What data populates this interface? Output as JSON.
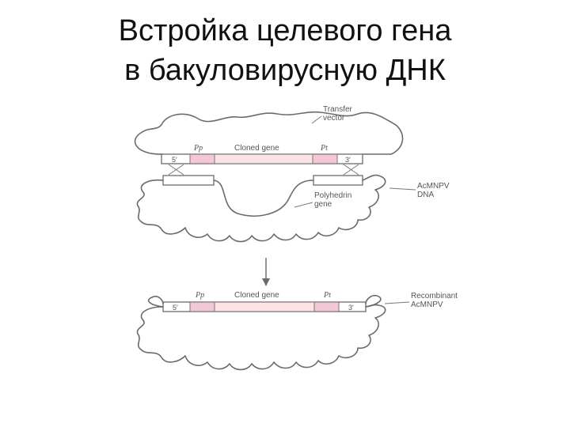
{
  "title": {
    "line1": "Встройка целевого гена",
    "line2": "в бакуловирусную ДНК"
  },
  "colors": {
    "promoter": "#f4c7d6",
    "cloned_gene": "#fbe3e6",
    "line": "#6b6b6b",
    "label": "#555555"
  },
  "diagram": {
    "transfer_vector_label_1": "Transfer",
    "transfer_vector_label_2": "vector",
    "pp_label": "Pp",
    "cloned_gene_label": "Cloned gene",
    "pt_label": "Pt",
    "five_prime": "5′",
    "three_prime": "3′",
    "acmnpv_label_1": "AcMNPV",
    "acmnpv_label_2": "DNA",
    "polyhedrin_label_1": "Polyhedrin",
    "polyhedrin_label_2": "gene",
    "recombinant_label_1": "Recombinant",
    "recombinant_label_2": "AcMNPV",
    "rec_pp_label": "Pp",
    "rec_cloned_gene_label": "Cloned gene",
    "rec_pt_label": "Pt",
    "rec_five_prime": "5′",
    "rec_three_prime": "3′"
  }
}
